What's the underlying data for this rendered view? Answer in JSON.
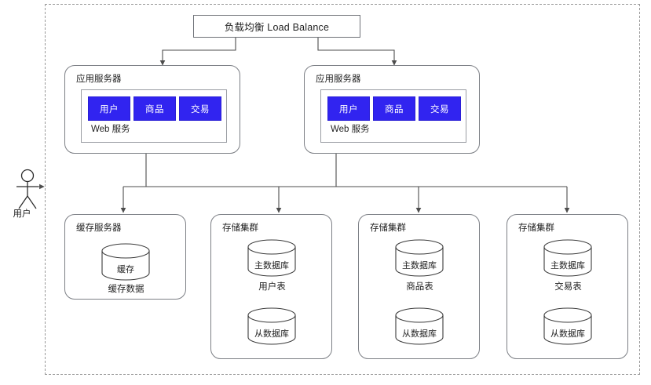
{
  "diagram": {
    "title_node": {
      "label": "负载均衡 Load Balance",
      "name": "load-balancer"
    },
    "actor": {
      "label": "用户",
      "icon": "user-actor-icon"
    },
    "app_servers": [
      {
        "title": "应用服务器",
        "web_label": "Web 服务",
        "services": [
          "用户",
          "商品",
          "交易"
        ]
      },
      {
        "title": "应用服务器",
        "web_label": "Web 服务",
        "services": [
          "用户",
          "商品",
          "交易"
        ]
      }
    ],
    "cache_server": {
      "title": "缓存服务器",
      "cylinder_label": "缓存",
      "caption": "缓存数据"
    },
    "storage_clusters": [
      {
        "title": "存储集群",
        "master_label": "主数据库",
        "caption": "用户表",
        "slave_label": "从数据库"
      },
      {
        "title": "存储集群",
        "master_label": "主数据库",
        "caption": "商品表",
        "slave_label": "从数据库"
      },
      {
        "title": "存储集群",
        "master_label": "主数据库",
        "caption": "交易表",
        "slave_label": "从数据库"
      }
    ],
    "colors": {
      "service_fill": "#3124f0",
      "service_text": "#ffffff",
      "node_stroke": "#7c7f85",
      "connector": "#4d4d4d",
      "boundary": "#9a9a9a",
      "background": "#ffffff"
    }
  }
}
